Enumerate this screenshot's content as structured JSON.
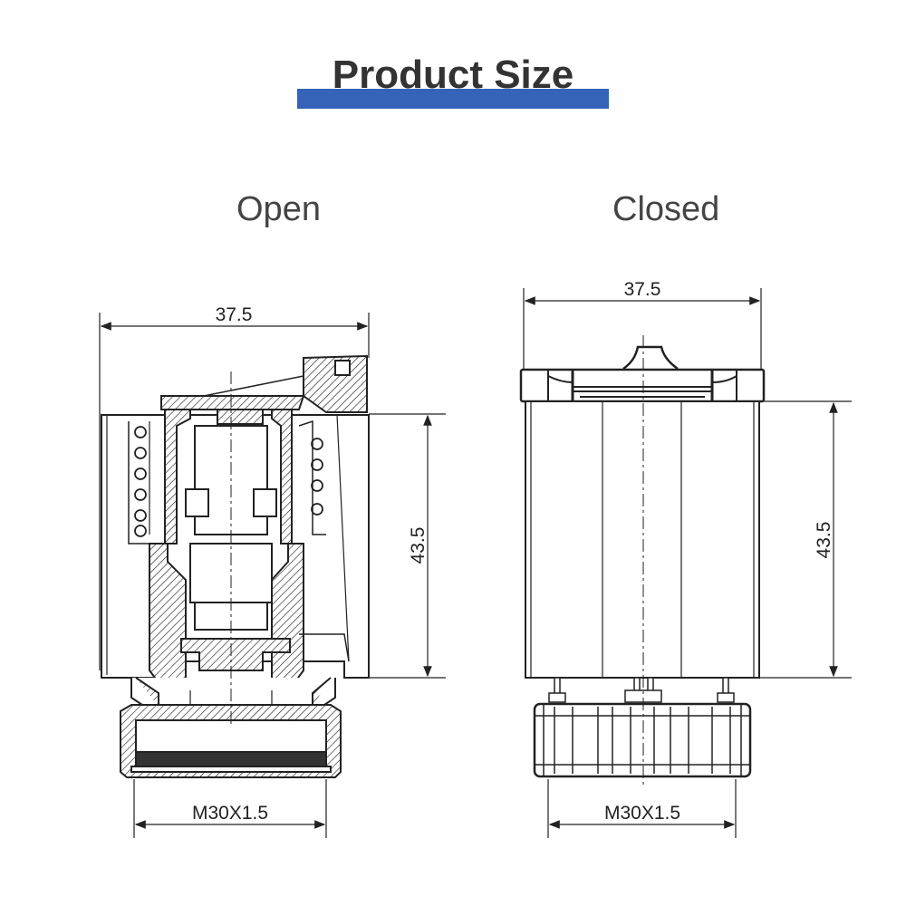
{
  "title": "Product Size",
  "accent_color": "#3563b8",
  "views": [
    {
      "label": "Open",
      "width_dim": "37.5",
      "height_dim": "43.5",
      "thread_dim": "M30X1.5"
    },
    {
      "label": "Closed",
      "width_dim": "37.5",
      "height_dim": "43.5",
      "thread_dim": "M30X1.5"
    }
  ]
}
